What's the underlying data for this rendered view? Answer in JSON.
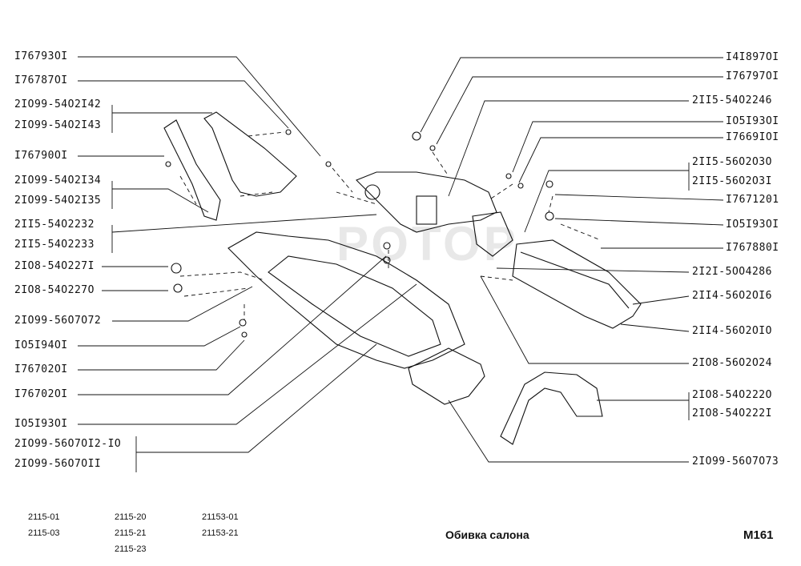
{
  "left_labels": [
    "I76793OI",
    "I76787OI",
    "2IO99-54O2I42",
    "2IO99-54O2I43",
    "I76790OI",
    "2IO99-54O2I34",
    "2IO99-54O2I35",
    "2II5-54O2232",
    "2II5-54O2233",
    "2IO8-54O227I",
    "2IO8-54O227O",
    "2IO99-56O7O72",
    "IO5I94OI",
    "I76702OI",
    "I76702OI",
    "IO5I93OI",
    "2IO99-56O7OI2-IO",
    "2IO99-56O7OII"
  ],
  "right_labels": [
    "I4I897OI",
    "I76797OI",
    "2II5-54O2246",
    "IO5I93OI",
    "I7669IOI",
    "2II5-56O2O3O",
    "2II5-56O2O3I",
    "I7671201",
    "IO5I93OI",
    "I767880I",
    "2I2I-5OO4286",
    "2II4-56O2OI6",
    "2II4-56O2OIO",
    "2IO8-56O2O24",
    "2IO8-54O222O",
    "2IO8-54O222I",
    "2IO99-56O7O73"
  ],
  "footer": {
    "col1": [
      "2115-01",
      "2115-03"
    ],
    "col2": [
      "2115-20",
      "2115-21",
      "2115-23"
    ],
    "col3": [
      "21153-01",
      "21153-21"
    ],
    "title": "Обивка салона",
    "code": "M161"
  },
  "watermark": "РОТОР",
  "colors": {
    "line": "#111111",
    "watermark": "#9a9a9a"
  }
}
